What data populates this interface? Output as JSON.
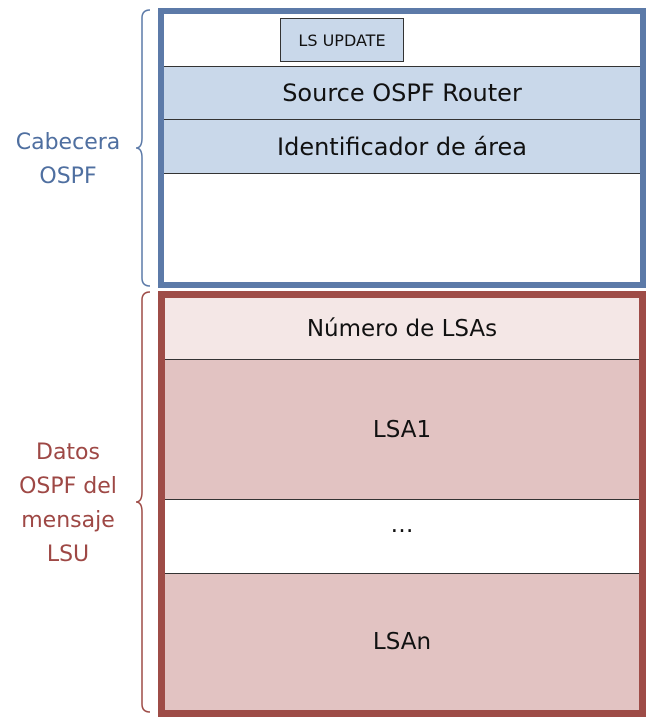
{
  "labels": {
    "header_side": [
      "Cabecera",
      "OSPF"
    ],
    "data_side": [
      "Datos",
      "OSPF del",
      "mensaje",
      "LSU"
    ]
  },
  "header": {
    "ls_update": "LS UPDATE",
    "source_router": "Source OSPF Router",
    "area_id": "Identificador de área"
  },
  "data": {
    "lsa_count": "Número de LSAs",
    "lsa1": "LSA1",
    "ellipsis": "…",
    "lsan": "LSAn"
  },
  "colors": {
    "header_accent": "#5c7aa8",
    "header_fill": "#c9d8ea",
    "data_accent": "#9e4c47",
    "data_fill": "#e2c3c2",
    "data_light_fill": "#f4e7e6"
  }
}
